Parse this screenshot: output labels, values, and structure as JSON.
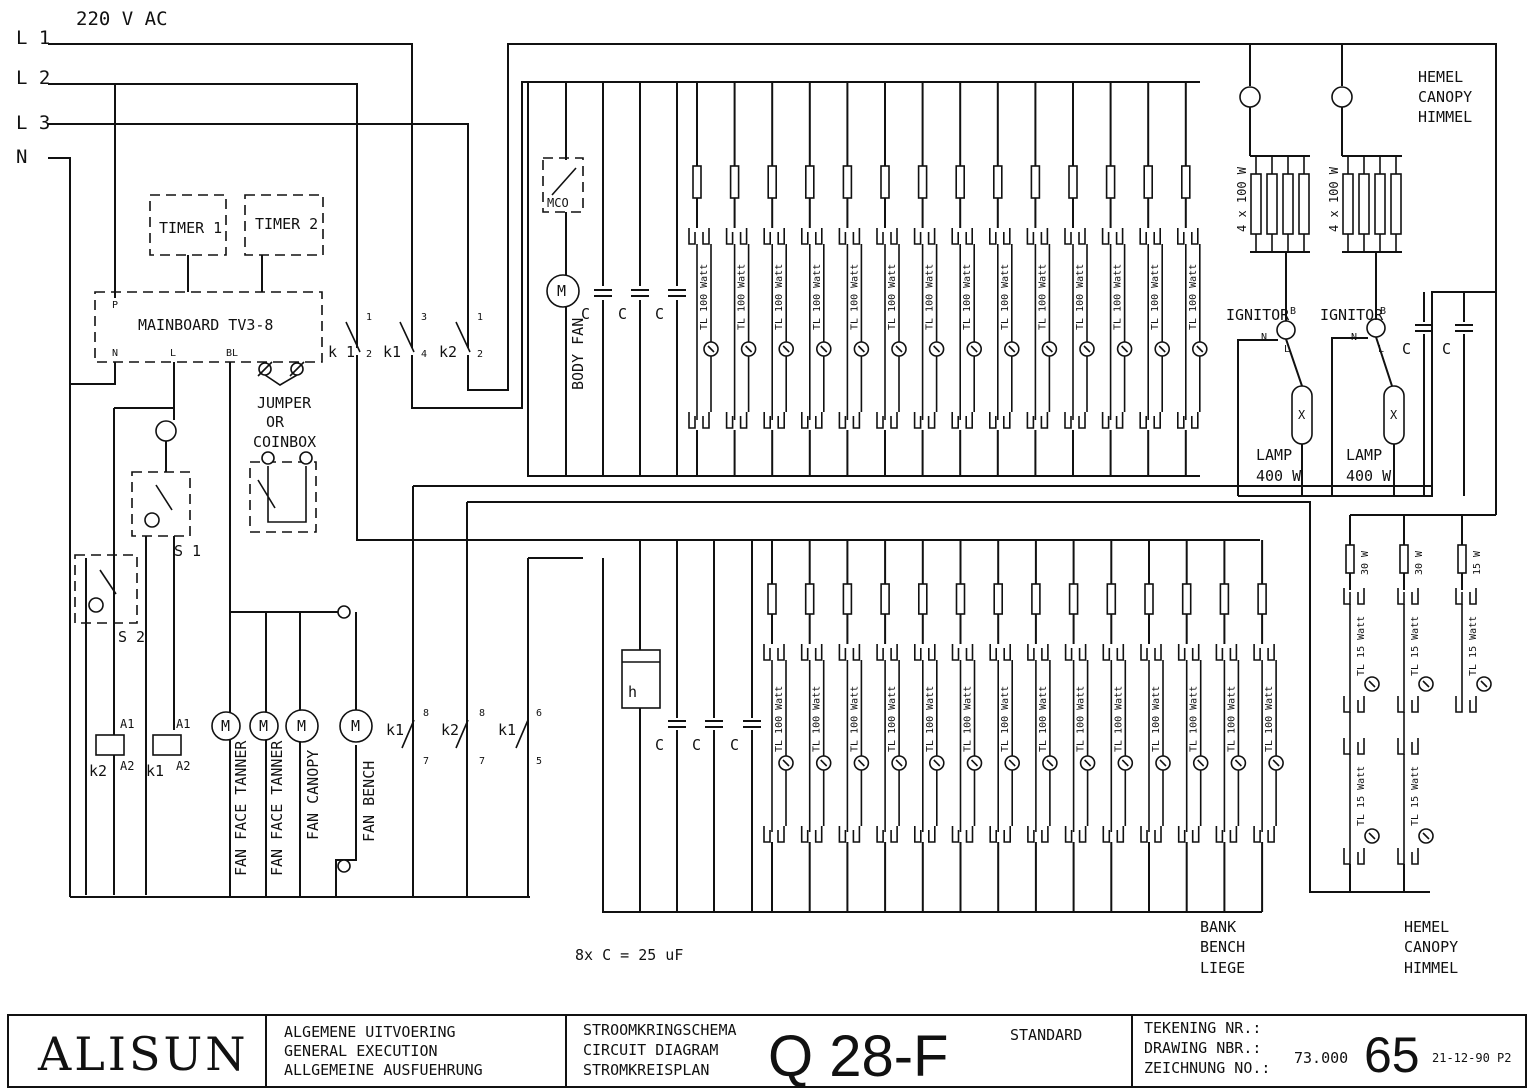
{
  "supply": {
    "voltage": "220 V AC",
    "lines": [
      "L 1",
      "L 2",
      "L 3",
      "N"
    ]
  },
  "controls": {
    "timer1": "TIMER 1",
    "timer2": "TIMER 2",
    "mainboard": "MAINBOARD  TV3-8",
    "board_terminals": [
      "P",
      "N",
      "L",
      "BL"
    ],
    "jumper": [
      "JUMPER",
      "OR",
      "COINBOX"
    ],
    "switch_s1": "S 1",
    "switch_s2": "S 2",
    "coil_k1": "k1",
    "coil_k2": "k2",
    "coil_a1": "A1",
    "coil_a2": "A2",
    "relay_k1": "k 1",
    "relay_k1b": "k1",
    "relay_k2": "k2",
    "relay_k2b": "k2",
    "relay_k1c": "k1",
    "relay_k1d": "k1",
    "contact_numbers": [
      "1",
      "2",
      "3",
      "4",
      "1",
      "2",
      "8",
      "7",
      "8",
      "7",
      "6",
      "5"
    ]
  },
  "fans": {
    "motor_symbol": "M",
    "body_fan": "BODY FAN",
    "mco": "MCO",
    "fan_face_tanner_1": "FAN FACE TANNER",
    "fan_face_tanner_2": "FAN FACE TANNER",
    "fan_canopy": "FAN CANOPY",
    "fan_bench": "FAN BENCH"
  },
  "capacitor_label": "C",
  "capacitor_note": "8x C = 25 uF",
  "hour_counter": "h",
  "tubes": {
    "tl_100": "TL 100 Watt",
    "tl_15": "TL 15 Watt",
    "res_30": "30 W",
    "res_15": "15 W",
    "upper_count": 14,
    "lower_count": 14
  },
  "canopy": {
    "top_label": [
      "HEMEL",
      "CANOPY",
      "HIMMEL"
    ],
    "heater": "4 x 100 W",
    "ignitor": "IGNITOR",
    "ignitor_pin_b": "B",
    "ignitor_pin_n": "N",
    "ignitor_pin_l": "L",
    "lamp_1": [
      "LAMP",
      "400 W"
    ],
    "lamp_2": [
      "LAMP",
      "400 W"
    ],
    "lamp_symbol": "X"
  },
  "bench_label": [
    "BANK",
    "BENCH",
    "LIEGE"
  ],
  "bottom_canopy_label": [
    "HEMEL",
    "CANOPY",
    "HIMMEL"
  ],
  "title_block": {
    "brand": "ALISUN",
    "execution": [
      "ALGEMENE UITVOERING",
      "GENERAL EXECUTION",
      "ALLGEMEINE AUSFUEHRUNG"
    ],
    "diagram_type": [
      "STROOMKRINGSCHEMA",
      "CIRCUIT DIAGRAM",
      "STROMKREISPLAN"
    ],
    "model": "Q 28-F",
    "variant": "STANDARD",
    "drawing_nr_labels": [
      "TEKENING NR.:",
      "DRAWING NBR.:",
      "ZEICHNUNG NO.:"
    ],
    "drawing_code": "73.000",
    "drawing_number": "65",
    "date_rev": "21-12-90 P2"
  }
}
